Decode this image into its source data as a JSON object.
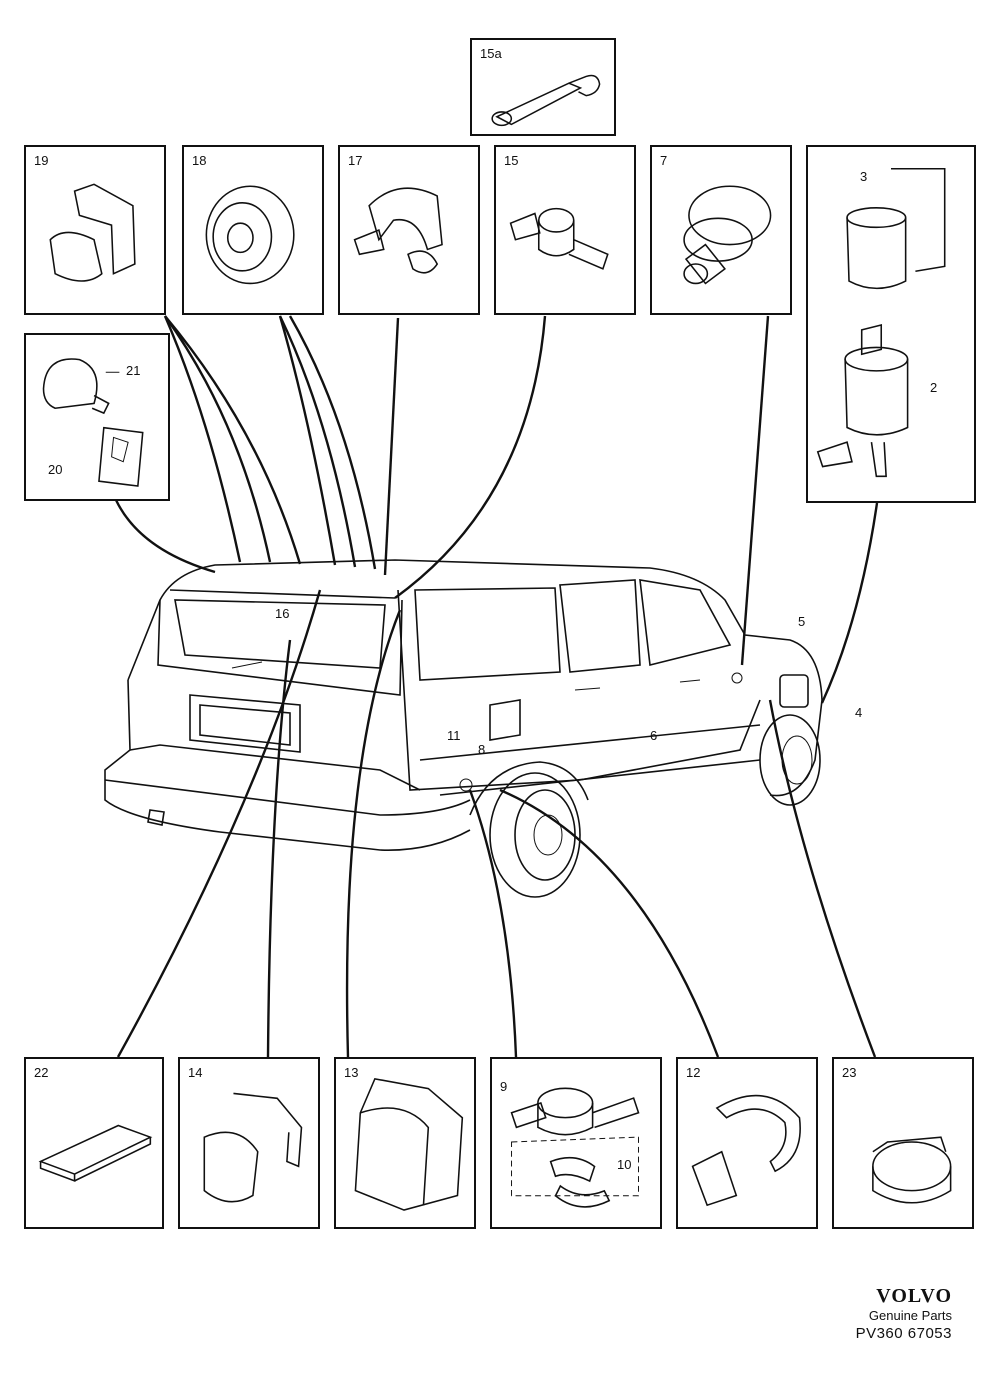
{
  "boxes": {
    "b15a": "15a",
    "b19": "19",
    "b18": "18",
    "b17": "17",
    "b15": "15",
    "b7": "7",
    "b3_2": "3",
    "b21_20": "21",
    "b22": "22",
    "b14": "14",
    "b13": "13",
    "b9_10": "9",
    "b12": "12",
    "b23": "23"
  },
  "callouts": {
    "c2": "2",
    "c20": "20",
    "c10": "10",
    "c16": "16",
    "c11": "11",
    "c8": "8",
    "c6": "6",
    "c5": "5",
    "c4": "4"
  },
  "brand": {
    "logo": "VOLVO",
    "subtitle": "Genuine Parts",
    "code": "PV360 67053"
  }
}
